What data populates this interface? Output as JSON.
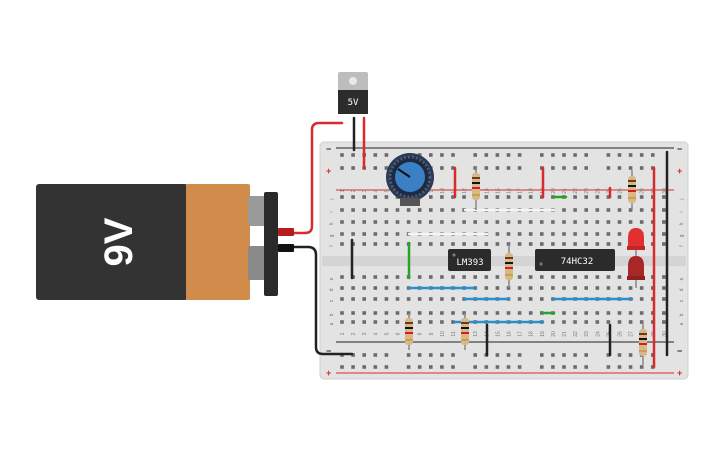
{
  "battery": {
    "label": "9V",
    "body_color": "#333333",
    "cap_color": "#d18b4a"
  },
  "regulator": {
    "label": "5V"
  },
  "chips": [
    {
      "id": "u1",
      "label": "LM393"
    },
    {
      "id": "u2",
      "label": "74HC32"
    }
  ],
  "breadboard": {
    "row_letters_top": [
      "j",
      "i",
      "h",
      "g",
      "f"
    ],
    "row_letters_bottom": [
      "e",
      "d",
      "c",
      "b",
      "a"
    ],
    "column_numbers": [
      "1",
      "2",
      "3",
      "4",
      "5",
      "6",
      "7",
      "8",
      "9",
      "10",
      "11",
      "12",
      "13",
      "14",
      "15",
      "16",
      "17",
      "18",
      "19",
      "20",
      "21",
      "22",
      "23",
      "24",
      "25",
      "26",
      "27",
      "28",
      "29",
      "30"
    ],
    "rail_plus": "+",
    "rail_minus": "−"
  },
  "colors": {
    "wire_red": "#d82b2b",
    "wire_black": "#222222",
    "wire_green": "#2aa12a",
    "wire_blue": "#2a8fd0",
    "wire_white": "#f4f4f4",
    "led_red": "#e03030",
    "led_dark_red": "#a82828",
    "pot_knob": "#3b7fc4"
  }
}
